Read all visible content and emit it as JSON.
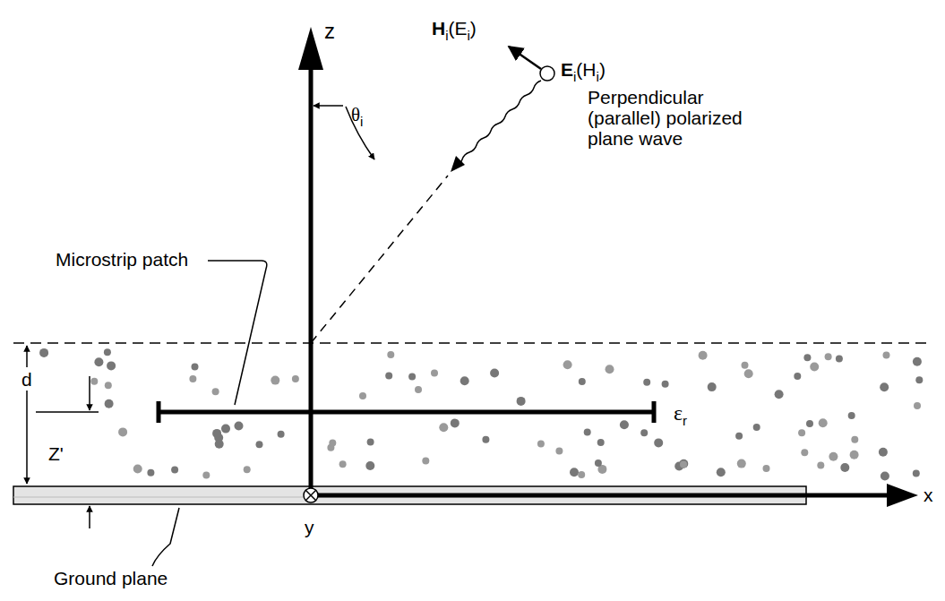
{
  "diagram": {
    "labels": [
      "z",
      "H",
      "i",
      "(E",
      "i",
      ")",
      "E",
      "i",
      "(H",
      "i",
      ")",
      "Perpendicular (parallel) polarized plane wave",
      "θ",
      "i",
      "Microstrip patch",
      "d",
      "Z'",
      "ε",
      "r",
      "x",
      "y",
      "Ground plane"
    ]
  }
}
